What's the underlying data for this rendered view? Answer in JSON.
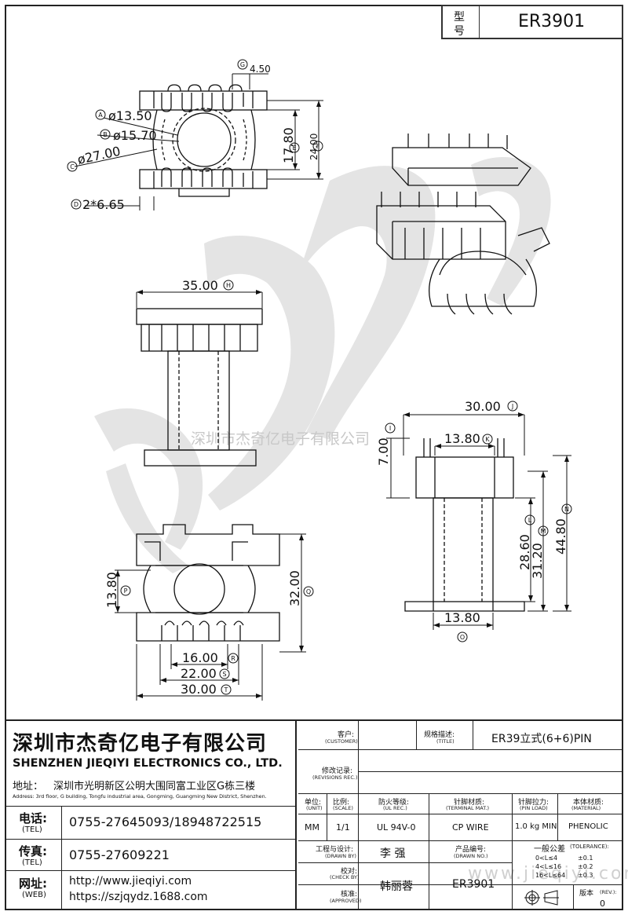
{
  "model_box": {
    "label_top": "型",
    "label_bottom": "号",
    "value": "ER3901"
  },
  "watermark": {
    "center_text": "深圳市杰奇亿电子有限公司",
    "footer_url": "www.jieqiyi.com"
  },
  "dimensions": {
    "G": "4.50",
    "A": "ø13.50",
    "B": "ø15.70",
    "C": "ø27.00",
    "D": "2*6.65",
    "E": "17.80",
    "F": "24.00",
    "H": "35.00",
    "J": "30.00",
    "K": "13.80",
    "I": "7.00",
    "L": "28.60",
    "M": "31.20",
    "N": "44.80",
    "O": "13.80",
    "P": "13.80",
    "Q": "32.00",
    "R": "16.00",
    "S": "22.00",
    "T": "30.00"
  },
  "dim_markers": {
    "G": "G",
    "A": "A",
    "B": "B",
    "C": "C",
    "D": "D",
    "E": "E",
    "F": "F",
    "H": "H",
    "J": "J",
    "K": "K",
    "I": "I",
    "L": "L",
    "M": "M",
    "N": "N",
    "O": "O",
    "P": "P",
    "Q": "Q",
    "R": "R",
    "S": "S",
    "T": "T"
  },
  "company": {
    "name_cn": "深圳市杰奇亿电子有限公司",
    "name_en": "SHENZHEN JIEQIYI ELECTRONICS CO., LTD.",
    "address_label": "地址：",
    "address_cn": "深圳市光明新区公明大围同富工业区G栋三楼",
    "address_en": "Address: 3rd floor, G building, Tongfu industrial area, Gongming, Guangming New District, Shenzhen.",
    "tel_label_cn": "电话:",
    "tel_label_en": "(TEL)",
    "tel": "0755-27645093/18948722515",
    "fax_label_cn": "传真:",
    "fax_label_en": "(TEL)",
    "fax": "0755-27609221",
    "web_label_cn": "网址:",
    "web_label_en": "(WEB)",
    "web1": "http://www.jieqiyi.com",
    "web2": "https://szjqydz.1688.com"
  },
  "title_block": {
    "customer_cn": "客户:",
    "customer_en": "(CUSTOMER)",
    "customer_value": "",
    "title_cn": "规格描述:",
    "title_en": "(TITLE)",
    "title_value": "ER39立式(6+6)PIN",
    "revisions_cn": "修改记录:",
    "revisions_en": "(REVISIONS REC.)",
    "unit_cn": "单位:",
    "unit_en": "(UNIT)",
    "unit_value": "MM",
    "scale_cn": "比例:",
    "scale_en": "(SCALE)",
    "scale_value": "1/1",
    "ulrec_cn": "防火等级:",
    "ulrec_en": "(UL REC.)",
    "ulrec_value": "UL 94V-0",
    "terminal_cn": "针脚材质:",
    "terminal_en": "(TERMINAL MAT.)",
    "terminal_value": "CP WIRE",
    "pinload_cn": "针脚拉力:",
    "pinload_en": "(PIN LOAD)",
    "pinload_value": "1.0 kg MIN",
    "material_cn": "本体材质:",
    "material_en": "(MATERIAL)",
    "material_value": "PHENOLIC",
    "drawn_cn": "工程与设计:",
    "drawn_en": "(DRAWN BY)",
    "drawn_value": "李  强",
    "drawnno_cn": "产品编号:",
    "drawnno_en": "(DRAWN NO.)",
    "drawnno_value": "ER3901",
    "check_cn": "校对:",
    "check_en": "(CHECK BY)",
    "check_value": "韩丽蓉",
    "approved_cn": "核准:",
    "approved_en": "(APPROVED)",
    "tolerance_cn": "一般公差",
    "tolerance_en": "(TOLERANCE):",
    "tol_rows": [
      {
        "range": "0<L≤4",
        "tol": "±0.1"
      },
      {
        "range": "4<L≤16",
        "tol": "±0.2"
      },
      {
        "range": "16<L≤64",
        "tol": "±0.3"
      }
    ],
    "rev_cn": "版本",
    "rev_en": "(REV.):",
    "rev_value": "0"
  }
}
